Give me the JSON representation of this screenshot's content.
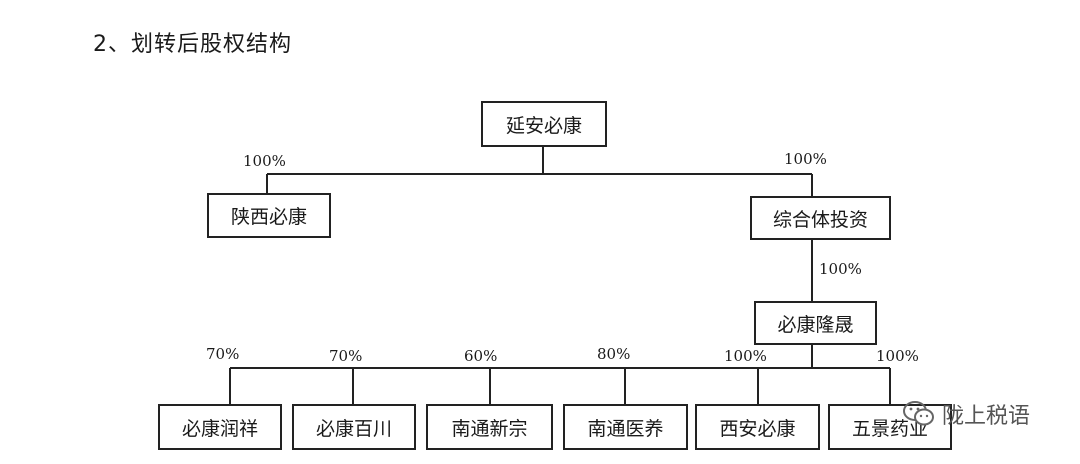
{
  "heading": "2、划转后股权结构",
  "root": {
    "name": "延安必康"
  },
  "level1": [
    {
      "name": "陕西必康",
      "percent": "100%"
    },
    {
      "name": "综合体投资",
      "percent": "100%"
    }
  ],
  "level2": {
    "name": "必康隆晟",
    "percent": "100%"
  },
  "subsidiaries": [
    {
      "name": "必康润祥",
      "percent": "70%"
    },
    {
      "name": "必康百川",
      "percent": "70%"
    },
    {
      "name": "南通新宗",
      "percent": "60%"
    },
    {
      "name": "南通医养",
      "percent": "80%"
    },
    {
      "name": "西安必康",
      "percent": "100%"
    },
    {
      "name": "五景药业",
      "percent": "100%"
    }
  ],
  "watermark": {
    "text": "陇上税语",
    "icon": "wechat-icon"
  }
}
